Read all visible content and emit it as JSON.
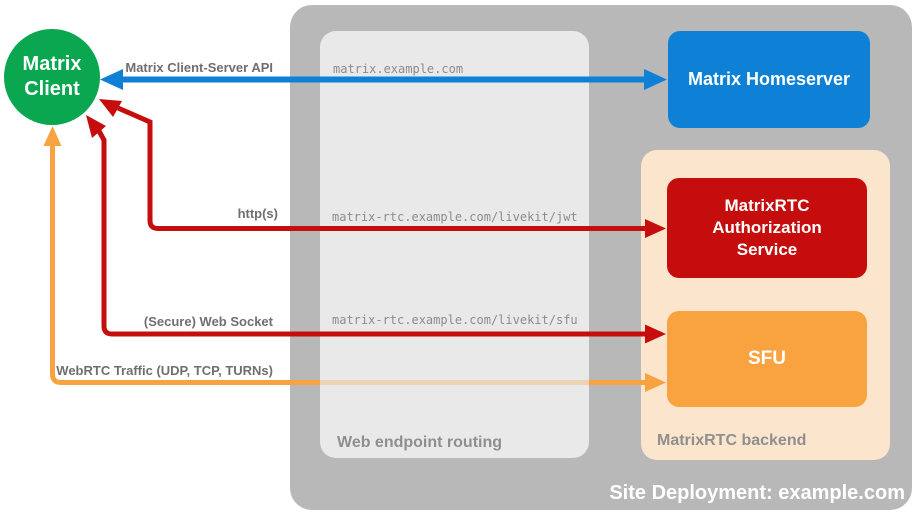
{
  "diagram": {
    "client": {
      "label_line1": "Matrix",
      "label_line2": "Client"
    },
    "containers": {
      "site": {
        "label": "Site Deployment: example.com"
      },
      "routing": {
        "label": "Web endpoint routing"
      },
      "backend": {
        "label": "MatrixRTC backend"
      }
    },
    "nodes": {
      "homeserver": {
        "label": "Matrix Homeserver",
        "color": "#0E81D6"
      },
      "auth": {
        "label": "MatrixRTC Authorization Service",
        "color": "#C60D0D"
      },
      "sfu": {
        "label": "SFU",
        "color": "#F8A340"
      }
    },
    "edges": [
      {
        "id": "matrix-client-server-api",
        "label": "Matrix Client-Server API",
        "color": "#0E81D6",
        "route": "matrix.example.com",
        "from": "Matrix Client",
        "to": "Matrix Homeserver",
        "bidirectional": true
      },
      {
        "id": "https",
        "label": "http(s)",
        "color": "#C60D0D",
        "route": "matrix-rtc.example.com/livekit/jwt",
        "from": "Matrix Client",
        "to": "MatrixRTC Authorization Service",
        "bidirectional": true
      },
      {
        "id": "secure-web-socket",
        "label": "(Secure) Web Socket",
        "color": "#C60D0D",
        "route": "matrix-rtc.example.com/livekit/sfu",
        "from": "Matrix Client",
        "to": "SFU",
        "bidirectional": true
      },
      {
        "id": "webrtc-traffic",
        "label": "WebRTC Traffic (UDP, TCP, TURNs)",
        "color": "#F8A340",
        "route": "",
        "from": "Matrix Client",
        "to": "SFU",
        "bidirectional": true
      }
    ],
    "colors": {
      "client_green": "#0AA650",
      "homeserver_blue": "#0E81D6",
      "auth_red": "#C60D0D",
      "sfu_orange": "#F8A340",
      "backend_peach": "#FCE5CD",
      "site_gray": "#B8B8B8",
      "routing_gray": "#E9E9E9",
      "edge_label_gray": "#6F6F6F",
      "route_text_gray": "#8C8C8C",
      "container_label_gray": "#8F8F8F"
    }
  }
}
